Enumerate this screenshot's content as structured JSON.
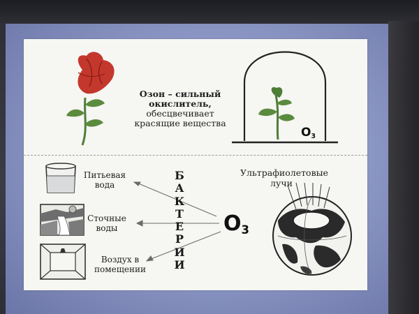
{
  "slide": {
    "ozone_title": "Озон – сильный окислитель,",
    "ozone_body": "обесцвечивает красящие вещества",
    "ozone_symbol": "O",
    "ozone_sub": "3",
    "bacteria": [
      "Б",
      "А",
      "К",
      "Т",
      "Е",
      "Р",
      "И",
      "И"
    ],
    "drinking_water": "Питьевая вода",
    "waste_water": "Сточные воды",
    "indoor_air": "Воздух в помещении",
    "uv_rays": "Ультрафиолетовые лучи"
  },
  "colors": {
    "rose_red": "#c4372c",
    "stem_green": "#4e7d36",
    "slide_bg": "#f6f6f3",
    "projection_blue": "#8994c2"
  },
  "icons": [
    "rose-icon",
    "glass-dome-icon",
    "water-glass-icon",
    "waterfall-icon",
    "room-icon",
    "globe-icon"
  ]
}
